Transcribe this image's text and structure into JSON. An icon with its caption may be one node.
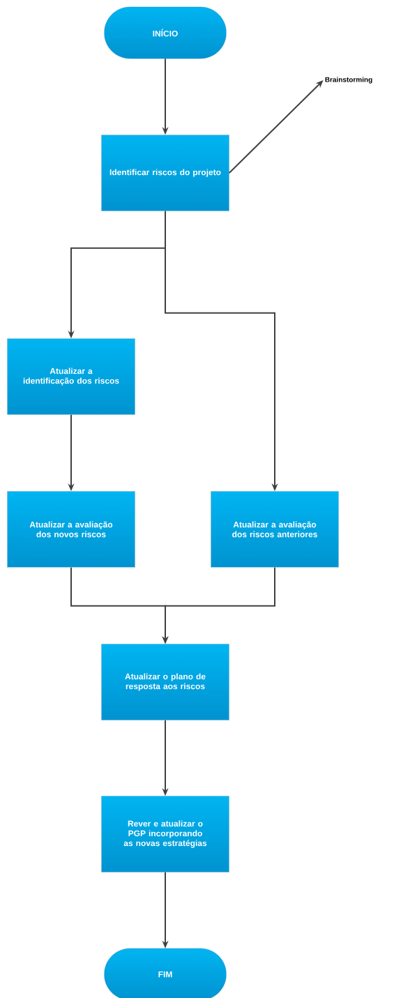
{
  "diagram": {
    "nodes": [
      {
        "text": [
          "INÍCIO"
        ]
      },
      {
        "text": [
          "Identificar riscos do projeto"
        ]
      },
      {
        "text": [
          "Brainstorming"
        ]
      },
      {
        "text": [
          "Atualizar a identificação dos riscos"
        ]
      },
      {
        "text": [
          "Atualizar a avaliação dos novos riscos"
        ]
      },
      {
        "text": [
          "Atualizar a avaliação dos riscos anteriores"
        ]
      },
      {
        "text": [
          "Atualizar o plano de resposta aos riscos"
        ]
      },
      {
        "text": [
          "Rever e atualizar o PGP incorporando as novas estratégias"
        ]
      },
      {
        "text": [
          "FIM"
        ]
      }
    ],
    "edges": [
      {
        "from": 0,
        "to": 1,
        "arrow": "to"
      },
      {
        "from": 1,
        "to": 2,
        "arrow": "to"
      },
      {
        "from": 1,
        "to": 3,
        "arrow": "to"
      },
      {
        "from": 1,
        "to": 5,
        "arrow": "to"
      },
      {
        "from": 3,
        "to": 4,
        "arrow": "to"
      },
      {
        "from": 4,
        "to": 6,
        "arrow": "to"
      },
      {
        "from": 5,
        "to": 6,
        "arrow": "to"
      },
      {
        "from": 6,
        "to": 7,
        "arrow": "to"
      },
      {
        "from": 7,
        "to": 8,
        "arrow": "to"
      }
    ]
  }
}
